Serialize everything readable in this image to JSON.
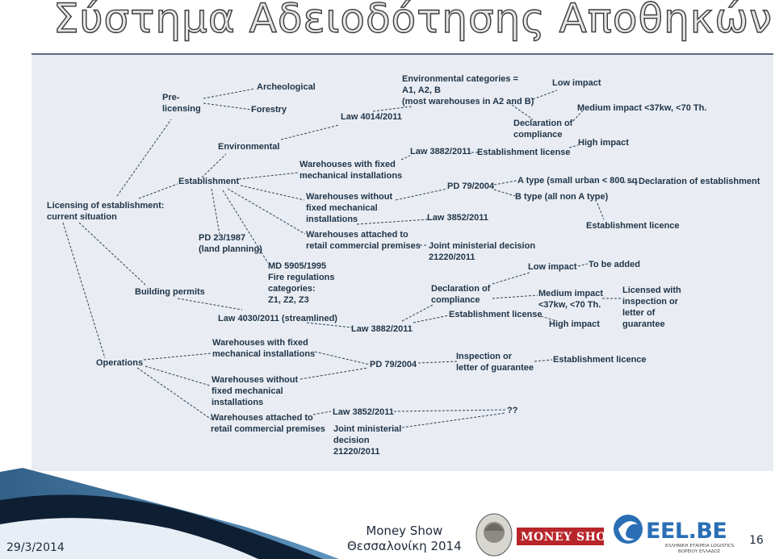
{
  "slide": {
    "title": "Σύστημα Αδειοδότησης Αποθηκών",
    "date": "29/3/2014",
    "event_line1": "Money Show",
    "event_line2": "Θεσσαλονίκη 2014",
    "page_number": "16"
  },
  "logos": {
    "money_show": "MONEY SHOW",
    "eel_brand": "EEL.BE",
    "eel_sub1": "ΕΛΛΗΝΙΚΗ ΕΤΑΙΡΕΙΑ LOGISTICS",
    "eel_sub2": "ΒΟΡΕΙΟΥ ΕΛΛΑΔΟΣ"
  },
  "colors": {
    "edge": "#2c4154",
    "text": "#1f3347",
    "panel": "#e9edf3",
    "accent": "#2a6fb6"
  },
  "diagram": {
    "nodes": {
      "licensing": "Licensing of establishment:\ncurrent situation",
      "prelicensing": "Pre-\nlicensing",
      "archeological": "Archeological",
      "forestry": "Forestry",
      "environmental": "Environmental",
      "establishment": "Establishment",
      "law4014": "Law 4014/2011",
      "env_categories": "Environmental categories =\nA1, A2, B\n(most warehouses in A2 and B)",
      "low_impact_top": "Low impact",
      "medium_impact_top": "Medium impact <37kw, <70 Th.",
      "decl_compliance_top": "Declaration of\ncompliance",
      "high_impact_top": "High impact",
      "law3882_top": "Law 3882/2011",
      "estab_license_top": "Establishment license",
      "wh_fixed_top": "Warehouses with fixed\nmechanical installations",
      "wh_without_top": "Warehouses without\nfixed mechanical\ninstallations",
      "pd79_top": "PD 79/2004",
      "a_type": "A type (small urban < 800 sq",
      "decl_establishment": "Declaration of establishment",
      "b_type": "B type (all non A type)",
      "law3852_top": "Law 3852/2011",
      "estab_licence_right": "Establishment licence",
      "pd23": "PD 23/1987\n(land planning)",
      "wh_attached_top": "Warehouses attached to\nretail commercial premises",
      "jmd_top": "Joint ministerial decision\n21220/2011",
      "md5905": "MD 5905/1995\nFire regulations\ncategories:\nZ1, Z2, Z3",
      "low_impact_mid": "Low impact",
      "to_be_added": "To be added",
      "building_permits": "Building permits",
      "decl_compliance_mid": "Declaration of\ncompliance",
      "medium_impact_mid": "Medium impact\n<37kw, <70 Th.",
      "licensed_with": "Licensed with\ninspection or\nletter of\nguarantee",
      "law4030": "Law 4030/2011 (streamlined)",
      "estab_license_mid": "Establishment license",
      "high_impact_mid": "High impact",
      "law3882_mid": "Law 3882/2011",
      "wh_fixed_bottom": "Warehouses with fixed\nmechanical installations",
      "operations": "Operations",
      "pd79_bottom": "PD 79/2004",
      "inspection": "Inspection or\nletter of guarantee",
      "estab_licence_bottom": "Establishment licence",
      "wh_without_bottom": "Warehouses without\nfixed mechanical\ninstallations",
      "law3852_bottom": "Law 3852/2011",
      "qq": "??",
      "wh_attached_bottom": "Warehouses attached to\nretail commercial premises",
      "jmd_bottom": "Joint ministerial\ndecision\n21220/2011"
    }
  }
}
